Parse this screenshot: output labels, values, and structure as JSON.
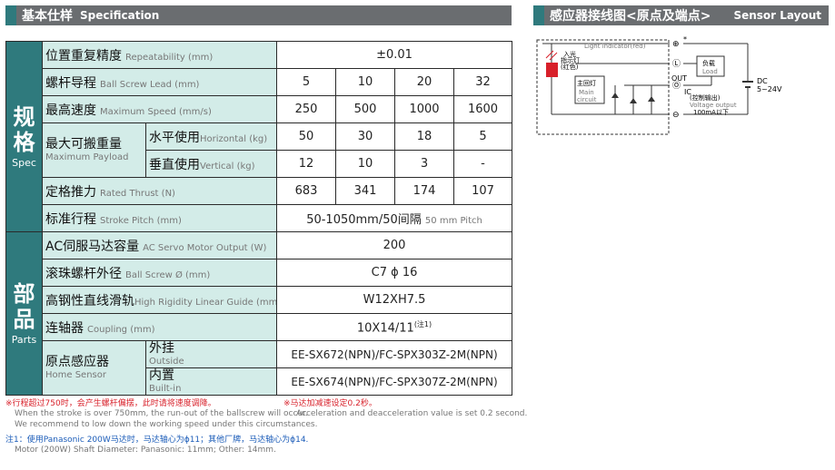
{
  "headers": {
    "left": {
      "zh": "基本仕样",
      "en": "Specification"
    },
    "right": {
      "zh": "感应器接线图<原点及端点>",
      "en": "Sensor Layout"
    }
  },
  "spec": {
    "section_spec": {
      "zh1": "规",
      "zh2": "格",
      "en": "Spec"
    },
    "section_parts": {
      "zh1": "部",
      "zh2": "品",
      "en": "Parts"
    },
    "repeatability": {
      "zh": "位置重复精度",
      "en": "Repeatability (mm)",
      "value": "±0.01"
    },
    "lead": {
      "zh": "螺杆导程",
      "en": "Ball Screw Lead (mm)",
      "values": [
        "5",
        "10",
        "20",
        "32"
      ]
    },
    "speed": {
      "zh": "最高速度",
      "en": "Maximum Speed (mm/s)",
      "values": [
        "250",
        "500",
        "1000",
        "1600"
      ]
    },
    "payload": {
      "zh": "最大可搬重量",
      "en": "Maximum Payload",
      "horizontal": {
        "zh": "水平使用",
        "en": "Horizontal (kg)",
        "values": [
          "50",
          "30",
          "18",
          "5"
        ]
      },
      "vertical": {
        "zh": "垂直使用",
        "en": "Vertical (kg)",
        "values": [
          "12",
          "10",
          "3",
          "-"
        ]
      }
    },
    "thrust": {
      "zh": "定格推力",
      "en": "Rated Thrust (N)",
      "values": [
        "683",
        "341",
        "174",
        "107"
      ]
    },
    "stroke": {
      "zh": "标准行程",
      "en": "Stroke Pitch (mm)",
      "value": "50-1050mm/50间隔",
      "value_en": "50 mm Pitch"
    },
    "motor": {
      "zh": "AC伺服马达容量",
      "en": "AC Servo Motor Output (W)",
      "value": "200"
    },
    "screw_dia": {
      "zh": "滚珠螺杆外径",
      "en": "Ball Screw Ø (mm)",
      "value": "C7 ϕ 16"
    },
    "guide": {
      "zh": "高钢性直线滑轨",
      "en": "High Rigidity Linear Guide (mm)",
      "value": "W12XH7.5"
    },
    "coupling": {
      "zh": "连轴器",
      "en": "Coupling (mm)",
      "value": "10X14/11",
      "note": "(注1)"
    },
    "home_sensor": {
      "zh": "原点感应器",
      "en": "Home Sensor",
      "outside": {
        "zh": "外挂",
        "en": "Outside",
        "value": "EE-SX672(NPN)/FC-SPX303Z-2M(NPN)"
      },
      "built_in": {
        "zh": "内置",
        "en": "Built-in",
        "value": "EE-SX674(NPN)/FC-SPX307Z-2M(NPN)"
      }
    }
  },
  "notes": {
    "n1_zh": "※行程超过750时，会产生螺杆偏摆，此时请将速度调降。",
    "n1_en1": "When the stroke is over 750mm, the run-out of the ballscrew will occur.",
    "n1_en2": "We recommend to low down the working speed under this circumstances.",
    "n2_zh": "※马达加减速设定0.2秒。",
    "n2_en": "Acceleration and deacceleration value is set 0.2 second.",
    "n3_zh": "注1：使用Panasonic 200W马达时，马达轴心为ϕ11；其他厂牌，马达轴心为ϕ14.",
    "n3_en": "Motor (200W) Shaft Diameter: Panasonic: 11mm; Other: 14mm."
  },
  "diagram": {
    "light_indicator": "Light indicator(red)",
    "light_zh1": "入光",
    "light_zh2": "指示灯",
    "light_zh3": "(红色)",
    "main_zh": "主回灯",
    "main_en1": "Main",
    "main_en2": "circuit",
    "load_zh": "负载",
    "load_en": "Load",
    "out": "OUT",
    "ic": "IC",
    "control_zh": "(控制输出)",
    "voltage_en": "Voltage output",
    "current": "100mA以下",
    "dc1": "DC",
    "dc2": "5~24V",
    "plus": "⊕",
    "l": "Ⓛ",
    "o": "Ⓞ",
    "minus": "⊖",
    "star": "*"
  }
}
